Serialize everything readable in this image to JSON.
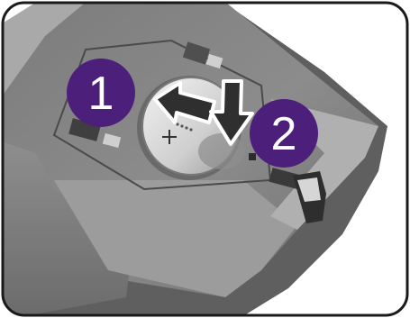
{
  "illustration": {
    "subject": "remote-control-battery-compartment",
    "colors": {
      "frame_border": "#1a1a1a",
      "body_dark": "#5c5c5c",
      "body_mid": "#8a8a8a",
      "body_light": "#b4b4b4",
      "battery_silver": "#d9d9d9",
      "arrow_fill": "#2f2f2f",
      "arrow_outline": "#ffffff",
      "badge_purple": "#4b1f7a"
    }
  },
  "steps": [
    {
      "number": "1",
      "action_icon": "arrow-left-icon"
    },
    {
      "number": "2",
      "action_icon": "arrow-down-icon"
    }
  ]
}
